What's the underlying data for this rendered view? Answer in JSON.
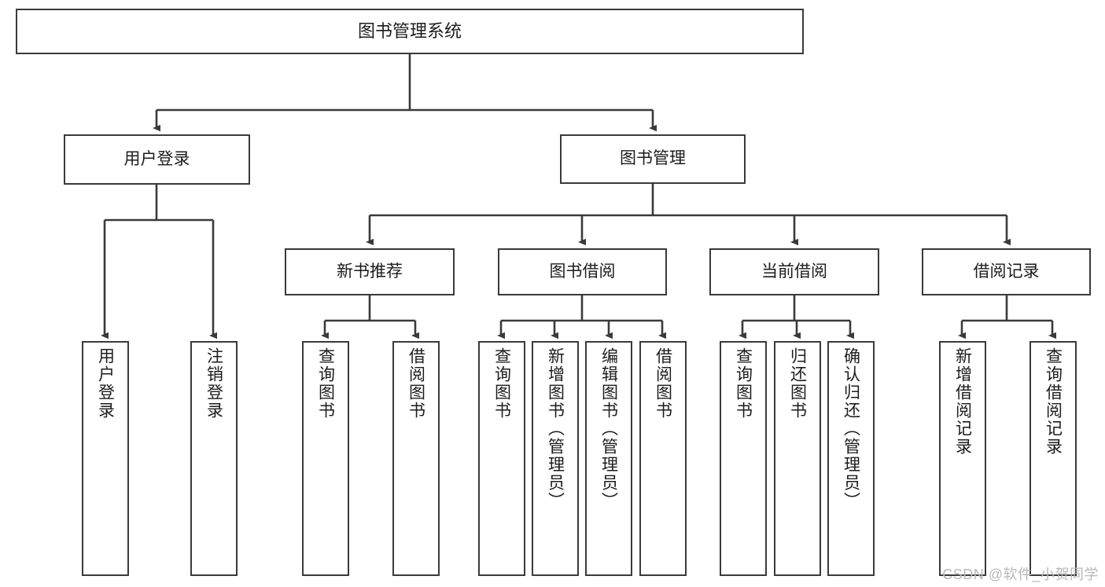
{
  "diagram": {
    "title": "图书管理系统",
    "type": "tree-hierarchy-diagram",
    "colors": {
      "box_border": "#3a3a3a",
      "box_fill": "#ffffff",
      "edge": "#3a3a3a",
      "text": "#1c1c1c",
      "watermark": "#b8b8b8"
    },
    "root": {
      "label": "图书管理系统"
    },
    "level1": [
      {
        "label": "用户登录"
      },
      {
        "label": "图书管理"
      }
    ],
    "level2": [
      {
        "label": "新书推荐"
      },
      {
        "label": "图书借阅"
      },
      {
        "label": "当前借阅"
      },
      {
        "label": "借阅记录"
      }
    ],
    "leaves_user_login": [
      {
        "label": "用户登录"
      },
      {
        "label": "注销登录"
      }
    ],
    "leaves_new_book": [
      {
        "label": "查询图书"
      },
      {
        "label": "借阅图书"
      }
    ],
    "leaves_borrow": [
      {
        "label": "查询图书"
      },
      {
        "label": "新增图书（管理员）"
      },
      {
        "label": "编辑图书（管理员）"
      },
      {
        "label": "借阅图书"
      }
    ],
    "leaves_current": [
      {
        "label": "查询图书"
      },
      {
        "label": "归还图书"
      },
      {
        "label": "确认归还（管理员）"
      }
    ],
    "leaves_record": [
      {
        "label": "新增借阅记录"
      },
      {
        "label": "查询借阅记录"
      }
    ]
  },
  "watermark": {
    "text": "CSDN @软件_小贺同学"
  }
}
